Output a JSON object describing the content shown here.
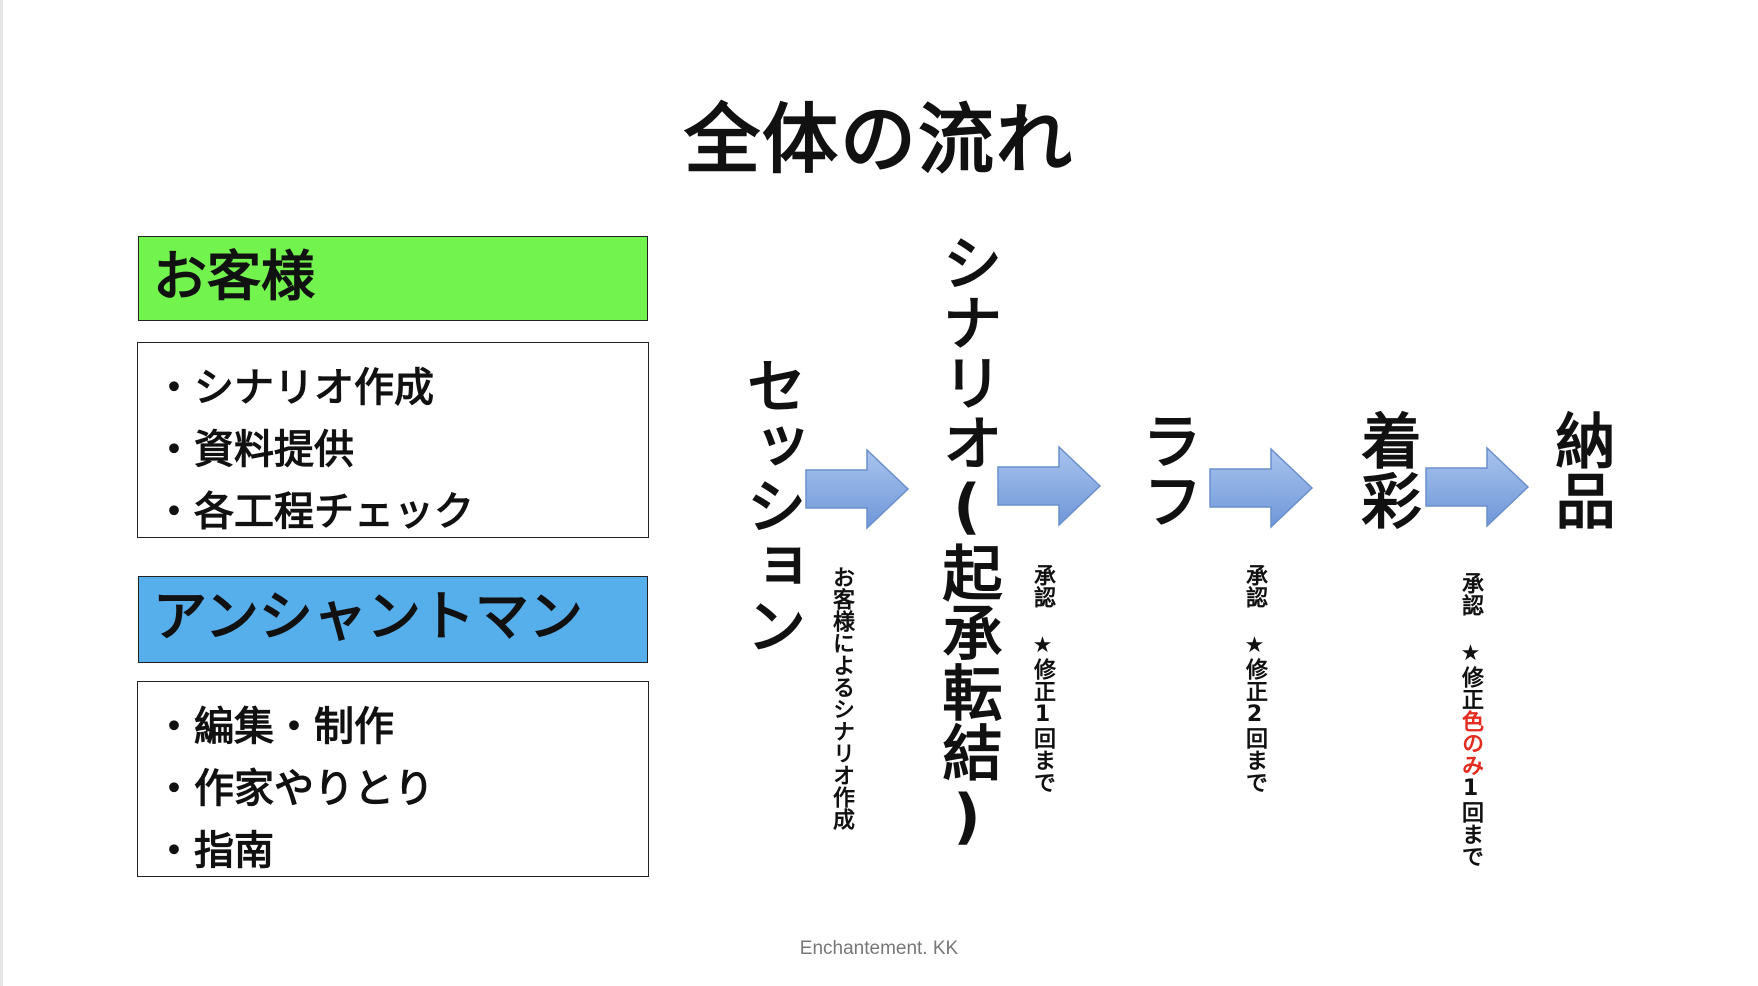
{
  "title": "全体の流れ",
  "left_panel": {
    "customer": {
      "label": "お客様",
      "color": "#73f34e",
      "items": [
        "・シナリオ作成",
        "・資料提供",
        "・各工程チェック"
      ]
    },
    "ancientman": {
      "label": "アンシャントマン",
      "color": "#56aeea",
      "items": [
        "・編集・制作",
        "・作家やりとり",
        "・指南"
      ]
    }
  },
  "flow": {
    "arrow_color": "#7ea6e0",
    "stages": [
      "セッション",
      "シナリオ(起承転結)",
      "ラフ",
      "着彩",
      "納品"
    ],
    "notes": [
      {
        "text": "お客様によるシナリオ作成"
      },
      {
        "text": "承認 ★修正1回まで"
      },
      {
        "text": "承認 ★修正2回まで"
      },
      {
        "prefix": "承認 ★修正",
        "highlight": "色のみ",
        "suffix": "1回まで",
        "highlight_color": "#e32b1f"
      }
    ]
  },
  "footer": "Enchantement. KK"
}
